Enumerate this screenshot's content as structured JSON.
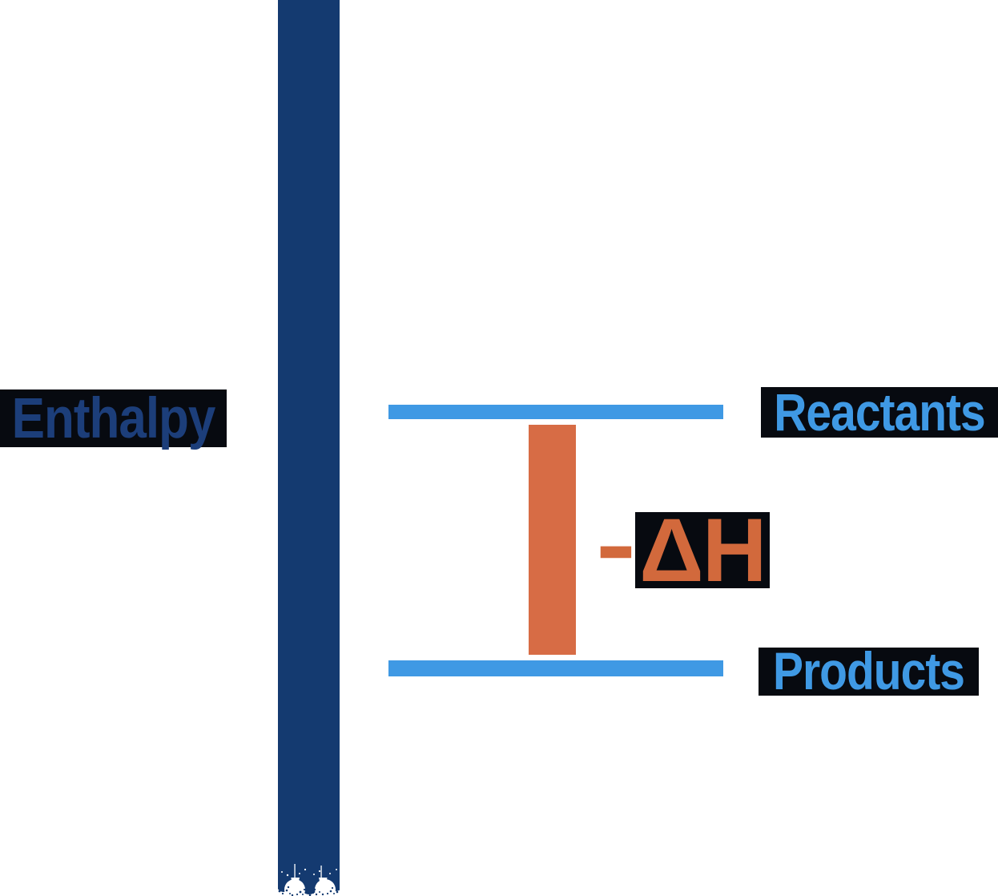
{
  "labels": {
    "enthalpy_axis": "Enthalpy",
    "reactants": "Reactants",
    "products": "Products",
    "delta_h_minus": "-",
    "delta_h_term": "ΔH",
    "delta_h_full": "-ΔH"
  },
  "colors": {
    "navy": "#143a70",
    "enthalpy_text": "#1c3e7a",
    "light_blue": "#3f99e4",
    "orange_bar": "#d76c45",
    "orange_text": "#d2693c",
    "label_box": "#070a10",
    "background": "#ffffff"
  },
  "chart_data": {
    "type": "enthalpy-level-diagram",
    "ylabel": "Enthalpy",
    "levels": [
      {
        "label": "Reactants",
        "relative_level": "high"
      },
      {
        "label": "Products",
        "relative_level": "low"
      }
    ],
    "change": {
      "label": "-ΔH",
      "from": "Reactants",
      "to": "Products",
      "direction": "down"
    },
    "legend_position": "right",
    "grid": false
  }
}
